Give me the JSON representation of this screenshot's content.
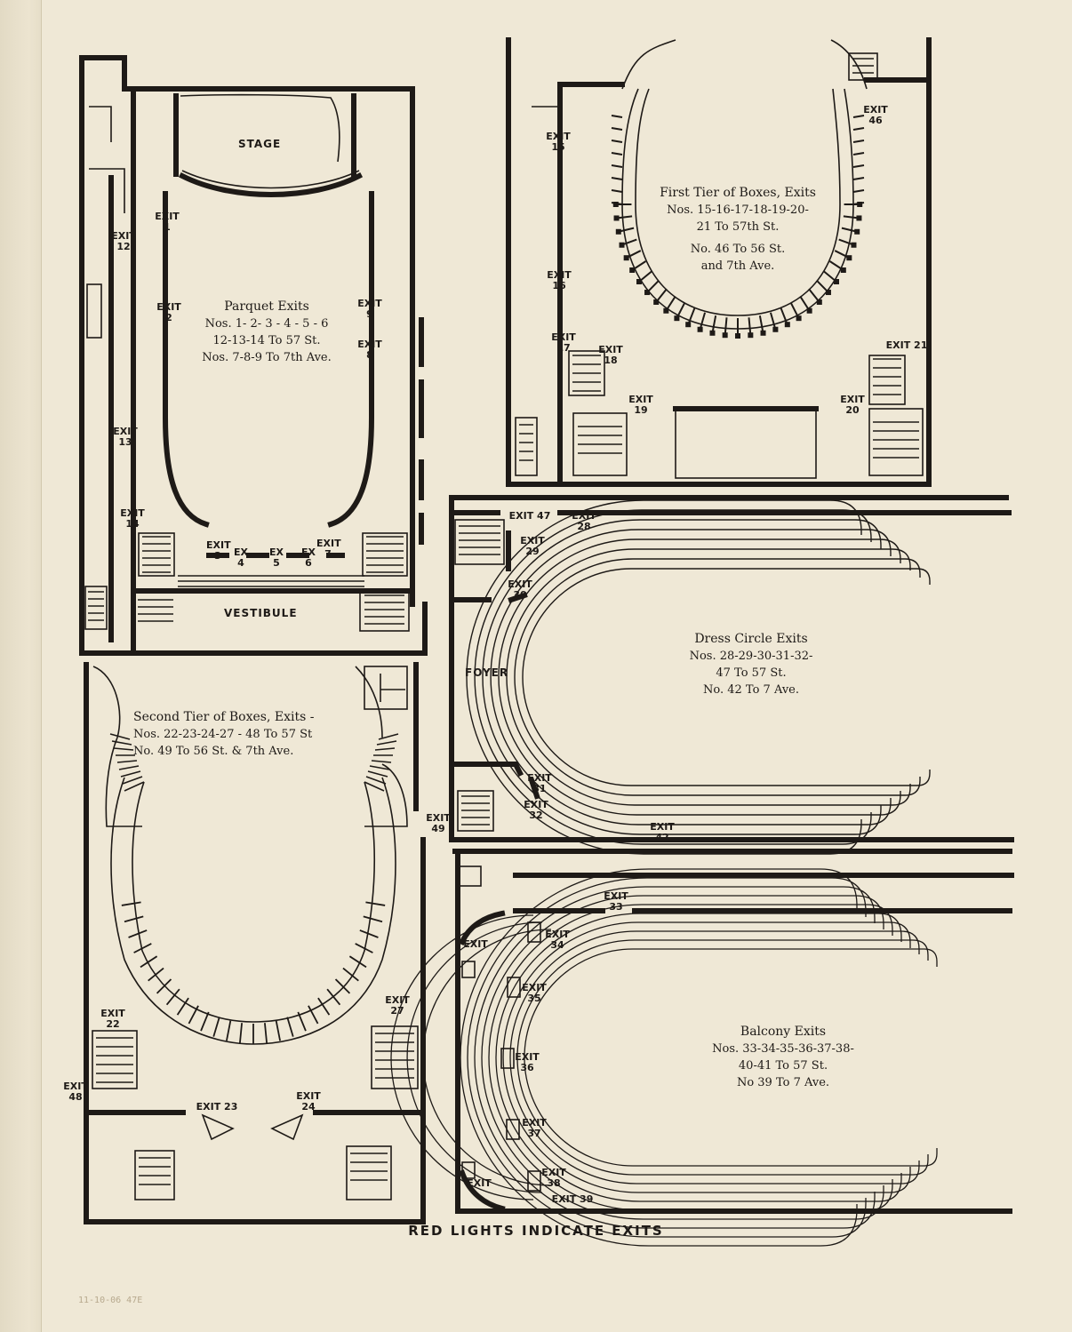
{
  "panels": {
    "parquet": {
      "title": "Parquet Exits",
      "lines": [
        "Nos. 1- 2- 3 - 4 - 5 - 6",
        "12-13-14  To 57 St.",
        "Nos. 7-8-9  To 7th Ave."
      ],
      "rooms": {
        "stage": "STAGE",
        "vestibule": "VESTIBULE"
      },
      "exits": [
        "EXIT 1",
        "EXIT 2",
        "EXIT 12",
        "EXIT 13",
        "EXIT 14",
        "EXIT 9",
        "EXIT 8",
        "EXIT 3",
        "EX 4",
        "EX 5",
        "EX 6",
        "EXIT 7"
      ]
    },
    "first_tier": {
      "title": "First Tier of Boxes, Exits",
      "lines": [
        "Nos. 15-16-17-18-19-20-",
        "21 To 57th St.",
        "No. 46 To 56 St.",
        "and 7th Ave."
      ],
      "exits": [
        "EXIT 15",
        "EXIT 16",
        "EXIT 17",
        "EXIT 18",
        "EXIT 19",
        "EXIT 46",
        "EXIT 21",
        "EXIT 20"
      ]
    },
    "second_tier": {
      "title": "Second Tier of Boxes, Exits -",
      "lines": [
        "Nos. 22-23-24-27 - 48 To 57 St",
        "No.  49  To 56 St. & 7th Ave."
      ],
      "exits": [
        "EXIT 22",
        "EXIT 27",
        "EXIT 48",
        "EXIT 23",
        "EXIT 24",
        "EXIT 49"
      ]
    },
    "dress_circle": {
      "title": "Dress Circle Exits",
      "lines": [
        "Nos. 28-29-30-31-32-",
        "47 To 57 St.",
        "No. 42 To 7 Ave."
      ],
      "rooms": {
        "foyer": "FOYER"
      },
      "exits": [
        "EXIT 47",
        "EXIT 28",
        "EXIT 29",
        "EXIT 30",
        "EXIT 31",
        "EXIT 32",
        "EXIT 42"
      ]
    },
    "balcony": {
      "title": "Balcony Exits",
      "lines": [
        "Nos. 33-34-35-36-37-38-",
        "40-41 To 57 St.",
        "No 39 To 7 Ave."
      ],
      "exits": [
        "EXIT 33",
        "EXIT",
        "EXIT 34",
        "EXIT 35",
        "EXIT 36",
        "EXIT 37",
        "EXIT 38",
        "EXIT",
        "EXIT 39"
      ]
    }
  },
  "caption": "RED LIGHTS INDICATE EXITS",
  "catalog_mark": "11-10-06 47E"
}
